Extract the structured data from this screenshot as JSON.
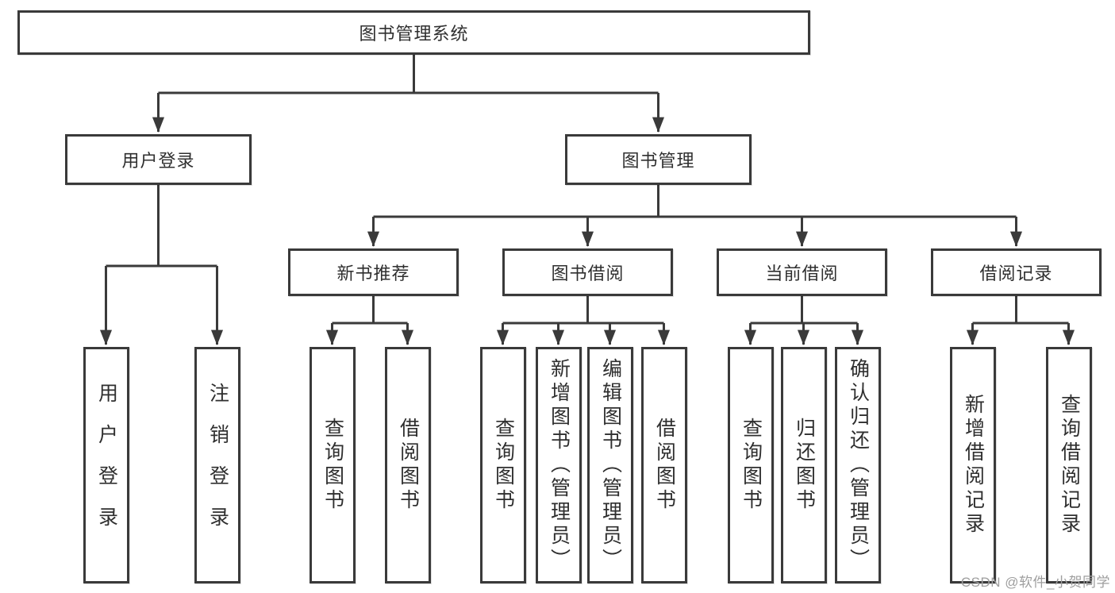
{
  "diagram": {
    "type": "hierarchy-tree",
    "tree": {
      "root": {
        "label": "图书管理系统",
        "children": [
          {
            "label": "用户登录",
            "children": [
              {
                "label": "用户登录"
              },
              {
                "label": "注销登录"
              }
            ]
          },
          {
            "label": "图书管理",
            "children": [
              {
                "label": "新书推荐",
                "children": [
                  {
                    "label": "查询图书"
                  },
                  {
                    "label": "借阅图书"
                  }
                ]
              },
              {
                "label": "图书借阅",
                "children": [
                  {
                    "label": "查询图书"
                  },
                  {
                    "label": "新增图书（管理员）"
                  },
                  {
                    "label": "编辑图书（管理员）"
                  },
                  {
                    "label": "借阅图书"
                  }
                ]
              },
              {
                "label": "当前借阅",
                "children": [
                  {
                    "label": "查询图书"
                  },
                  {
                    "label": "归还图书"
                  },
                  {
                    "label": "确认归还（管理员）"
                  }
                ]
              },
              {
                "label": "借阅记录",
                "children": [
                  {
                    "label": "新增借阅记录"
                  },
                  {
                    "label": "查询借阅记录"
                  }
                ]
              }
            ]
          }
        ]
      }
    },
    "colors": {
      "line": "#3a3a3a",
      "text": "#2f2f2f",
      "background": "#ffffff",
      "watermark": "#9e9e9e"
    }
  },
  "watermark": {
    "text": "CSDN @软件_小贺同学"
  }
}
